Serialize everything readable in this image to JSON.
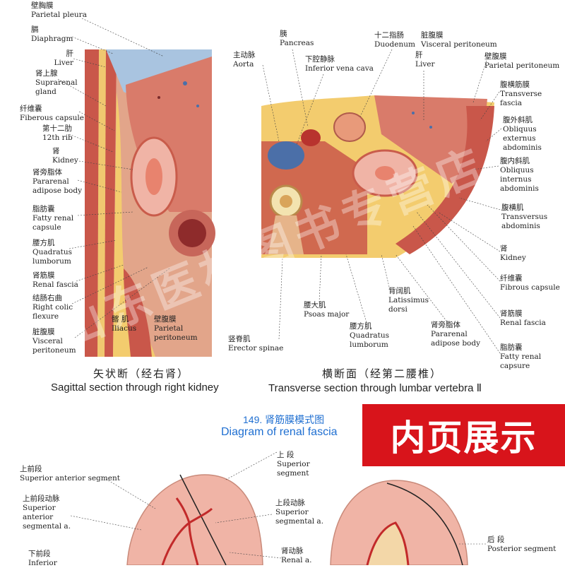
{
  "sagittal": {
    "labels": [
      "壁胸膜\nParietal pleura",
      "膈\nDiaphragm",
      "肝\nLiver",
      "肾上腺\nSuprarenal\ngland",
      "纤维囊\nFiberous capsule",
      "第十二肋\n12th rib",
      "肾\nKidney",
      "肾旁脂体\nPararenal\nadipose body",
      "脂肪囊\nFatty renal\ncapsule",
      "腰方肌\nQuadratus\nlumborum",
      "肾筋膜\nRenal fascia",
      "结肠右曲\nRight colic\nflexure",
      "脏腹膜\nVisceral\nperitoneum",
      "髂 肌\nIliacus",
      "壁腹膜\nParietal\nperitoneum"
    ],
    "caption_cn": "矢状断（经右肾）",
    "caption_en": "Sagittal section through right kidney"
  },
  "transverse": {
    "labels": [
      "主动脉\nAorta",
      "胰\nPancreas",
      "下腔静脉\nInferior vena cava",
      "十二指肠\nDuodenum",
      "脏腹膜\nVisceral peritoneum",
      "肝\nLiver",
      "壁腹膜\nParietal peritoneum",
      "腹横筋膜\nTransverse\nfascia",
      "腹外斜肌\nObliquus externus\nabdominis",
      "腹内斜肌\nObliquus\ninternus\nabdominis",
      "腹横肌\nTransversus\nabdominis",
      "肾\nKidney",
      "纤维囊\nFibrous capsule",
      "肾筋膜\nRenal fascia",
      "脂肪囊\nFatty renal\ncapsure",
      "腰大肌\nPsoas major",
      "背阔肌\nLatissimus\ndorsi",
      "肾旁脂体\nPararenal\nadipose body",
      "腰方肌\nQuadratus\nlumborum",
      "竖脊肌\nErector spinae"
    ],
    "caption_cn": "横断面（经第二腰椎）",
    "caption_en": "Transverse section through lumbar vertebra Ⅱ"
  },
  "renal_fascia_diagram": {
    "title_cn": "149. 肾筋膜模式图",
    "title_en": "Diagram of renal fascia",
    "labels": [
      "上前段\nSuperior anterior segment",
      "上前段动脉\nSuperior\nanterior\nsegmental a.",
      "下前段\nInferior",
      "上 段\nSuperior\nsegment",
      "上段动脉\nSuperior\nsegmental a.",
      "肾动脉\nRenal a.",
      "后 段\nPosterior segment"
    ]
  },
  "banner": {
    "text": "内页展示"
  },
  "watermark": {
    "text": "山东医林图书专营店"
  },
  "colors": {
    "title_blue": "#1f6fd1",
    "banner_red": "#d8141b"
  }
}
